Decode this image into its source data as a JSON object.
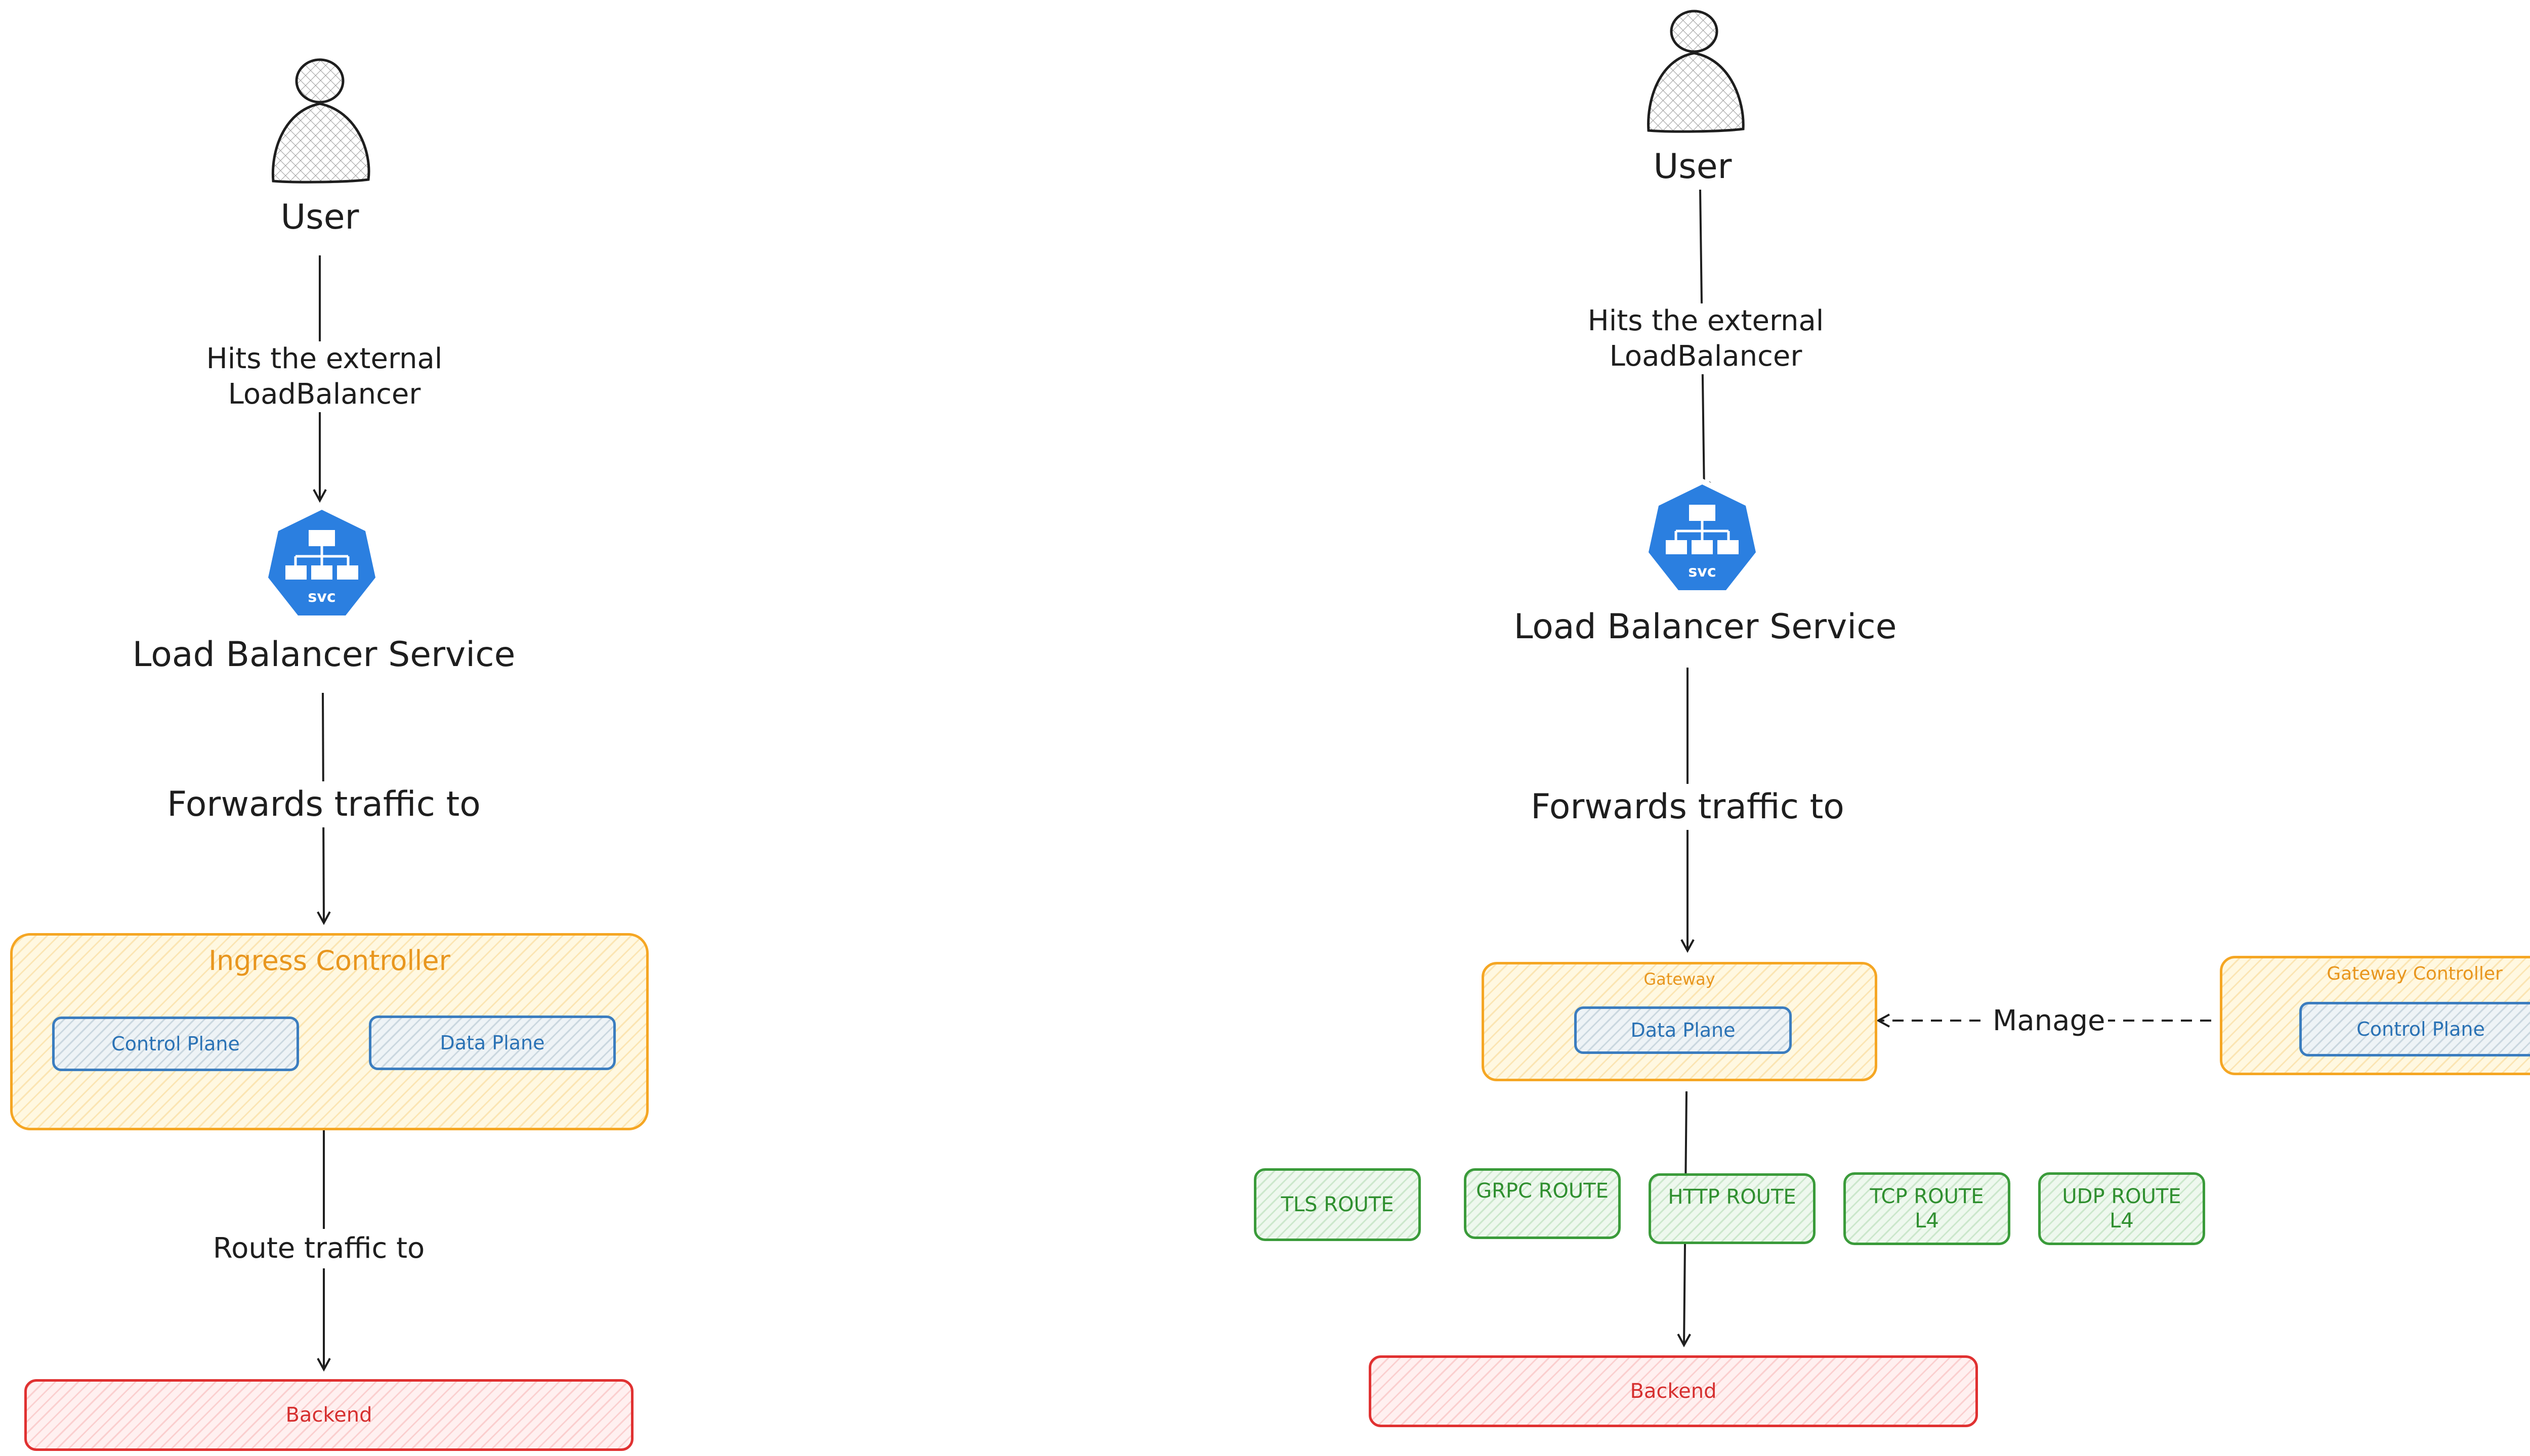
{
  "left_diagram": {
    "user_label": "User",
    "edge_user_to_lb": "Hits the external\nLoadBalancer",
    "lb_icon_text": "svc",
    "lb_label": "Load Balancer Service",
    "edge_lb_to_controller": "Forwards traffic to",
    "controller_title": "Ingress Controller",
    "control_plane": "Control Plane",
    "data_plane": "Data Plane",
    "edge_controller_to_backend": "Route traffic to",
    "backend": "Backend"
  },
  "right_diagram": {
    "user_label": "User",
    "edge_user_to_lb": "Hits the external\nLoadBalancer",
    "lb_icon_text": "svc",
    "lb_label": "Load Balancer Service",
    "edge_lb_to_gateway": "Forwards traffic to",
    "gateway_title": "Gateway",
    "data_plane": "Data Plane",
    "gateway_controller_title": "Gateway Controller",
    "control_plane": "Control Plane",
    "edge_manage": "Manage",
    "routes": [
      "TLS ROUTE",
      "GRPC ROUTE",
      "HTTP ROUTE",
      "TCP ROUTE\nL4",
      "UDP ROUTE\nL4"
    ],
    "backend": "Backend"
  },
  "colors": {
    "container_orange": "#f5a623",
    "plane_blue": "#3b7dbf",
    "route_green": "#3a9b3a",
    "backend_red": "#e03131",
    "k8s_icon_blue": "#2b7fe0"
  },
  "icons": [
    "user-icon",
    "k8s-service-icon"
  ]
}
